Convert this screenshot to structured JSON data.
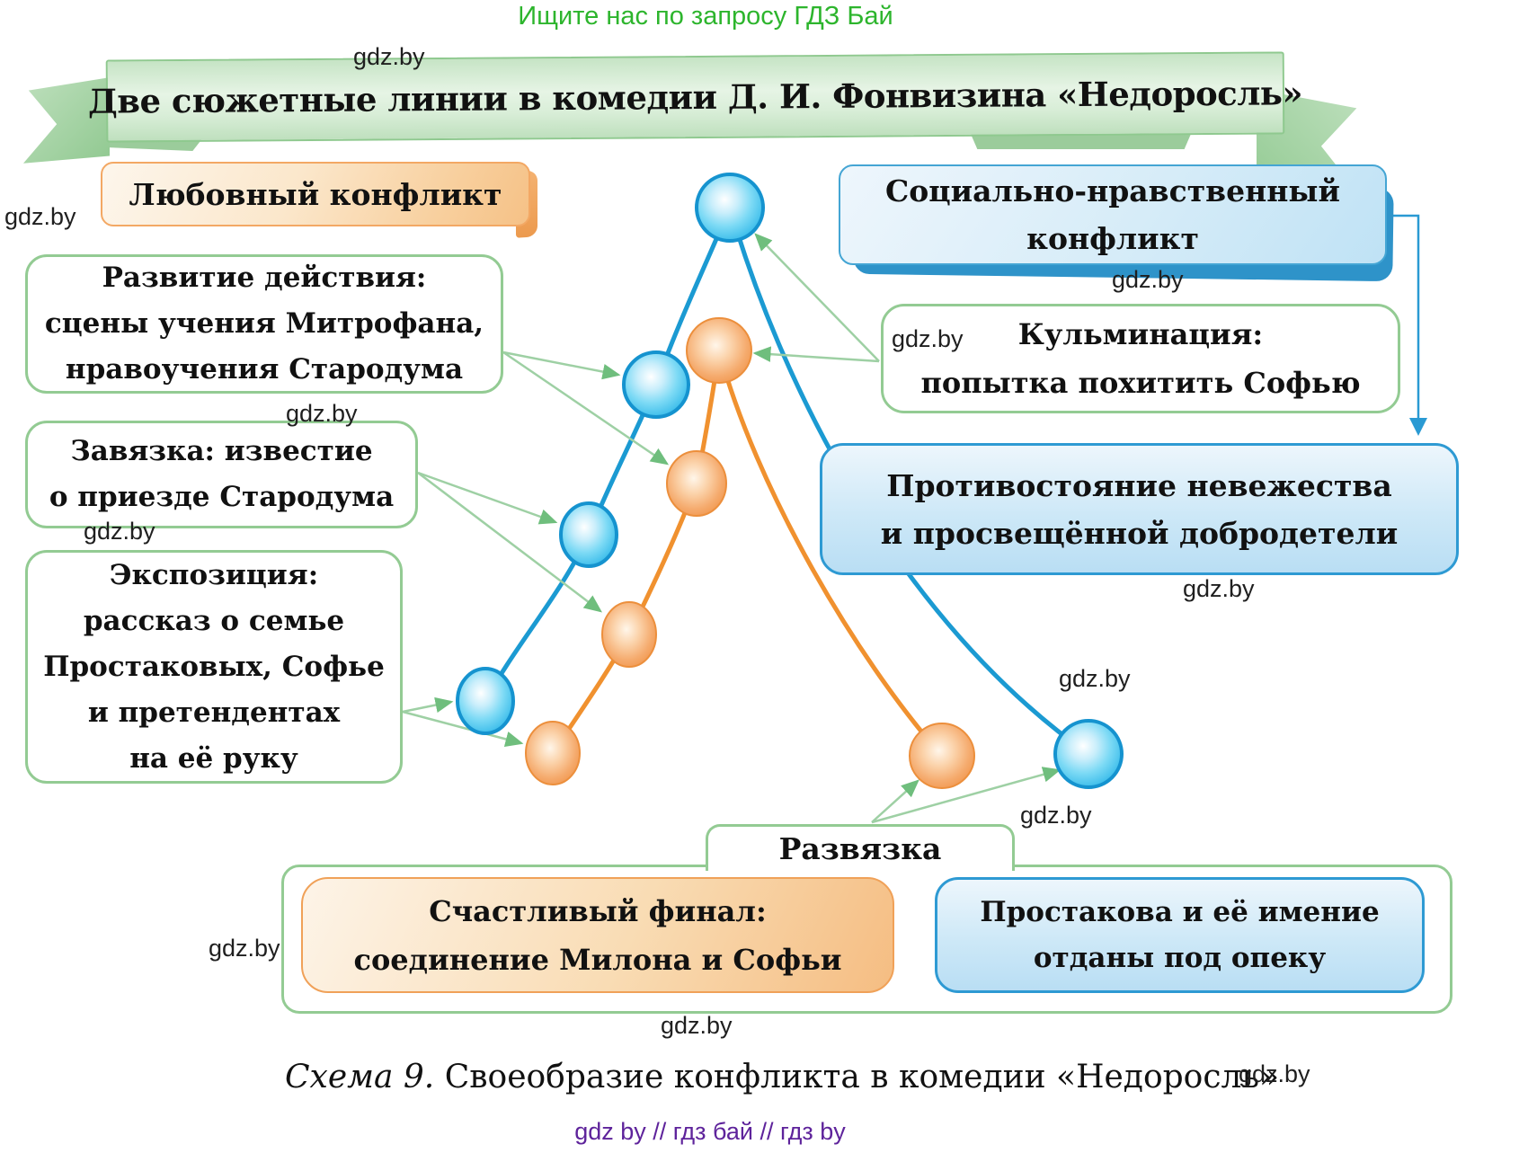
{
  "promo": {
    "text": "Ищите нас по запросу ГДЗ Бай",
    "color": "#2db52d"
  },
  "watermark": "gdz.by",
  "title": "Две сюжетные линии в комедии Д. И. Фонвизина «Недоросль»",
  "conflicts": {
    "love": "Любовный конфликт",
    "social": {
      "line1": "Социально-нравственный",
      "line2": "конфликт"
    }
  },
  "stages": {
    "development": {
      "line1": "Развитие действия:",
      "line2": "сцены учения Митрофана,",
      "line3": "нравоучения Стародума"
    },
    "inciting": {
      "line1": "Завязка: известие",
      "line2": "о приезде Стародума"
    },
    "exposition": {
      "line1": "Экспозиция:",
      "line2": "рассказ о семье",
      "line3": "Простаковых, Софье",
      "line4": "и претендентах",
      "line5": "на её руку"
    },
    "climax": {
      "line1": "Кульминация:",
      "line2": "попытка похитить Софью"
    },
    "opposition": {
      "line1": "Противостояние невежества",
      "line2": "и просвещённой добродетели"
    },
    "denouement": {
      "label": "Развязка",
      "love_outcome": {
        "line1": "Счастливый финал:",
        "line2": "соединение Милона и Софьи"
      },
      "social_outcome": {
        "line1": "Простакова и её имение",
        "line2": "отданы под опеку"
      }
    }
  },
  "caption": {
    "prefix": "Схема 9.",
    "text": " Своеобразие конфликта в комедии «Недоросль»"
  },
  "footer": {
    "text": "gdz by  //  гдз бай  //  гдз by",
    "color": "#5e239b"
  },
  "colors": {
    "love_line": "#f0912f",
    "social_line": "#1b9ad2",
    "arrow_green": "#9ed0a4",
    "arrowhead_green": "#6fbe7d",
    "box_border_green": "#93cb93",
    "box_border_blue": "#2e9ad3",
    "ribbon_green": "#bfe0be"
  },
  "diagram": {
    "type": "plot-structure",
    "series": [
      {
        "name": "Любовный конфликт",
        "color": "#f0912f",
        "nodes": 5
      },
      {
        "name": "Социально-нравственный конфликт",
        "color": "#1b9ad2",
        "nodes": 5
      }
    ]
  }
}
